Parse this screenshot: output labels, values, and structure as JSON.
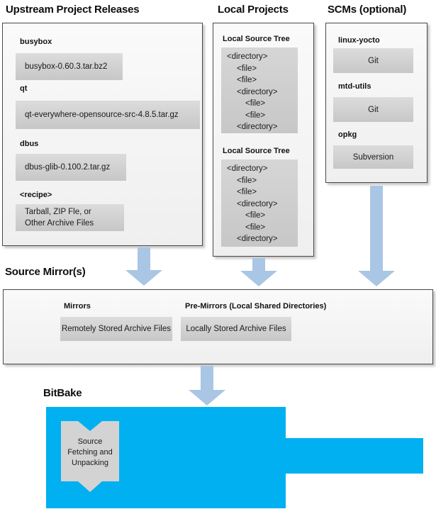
{
  "colors": {
    "bitbake_blue": "#00b0f0",
    "arrow_blue": "#a9c6e4",
    "panel_border": "#484848",
    "inner_box_gray": "#cfcfcf"
  },
  "sections": {
    "upstream": {
      "title": "Upstream Project Releases",
      "items": [
        {
          "label": "busybox",
          "files": [
            "busybox-0.60.3.tar.bz2"
          ]
        },
        {
          "label": "qt",
          "files": [
            "qt-everywhere-opensource-src-4.8.5.tar.gz"
          ]
        },
        {
          "label": "dbus",
          "files": [
            "dbus-glib-0.100.2.tar.gz"
          ]
        },
        {
          "label": "<recipe>",
          "files": [
            "Tarball, ZIP Fle, or",
            "Other Archive Files"
          ]
        }
      ]
    },
    "local_projects": {
      "title": "Local Projects",
      "tree_label": "Local Source Tree",
      "tree_lines": [
        "<directory>",
        "<file>",
        "<file>",
        "<directory>",
        "<file>",
        "<file>",
        "<directory>"
      ]
    },
    "scms": {
      "title": "SCMs (optional)",
      "items": [
        {
          "label": "linux-yocto",
          "box": "Git"
        },
        {
          "label": "mtd-utils",
          "box": "Git"
        },
        {
          "label": "opkg",
          "box": "Subversion"
        }
      ]
    },
    "source_mirrors": {
      "title": "Source Mirror(s)",
      "mirrors_label": "Mirrors",
      "mirrors_box": "Remotely Stored Archive Files",
      "premirrors_label": "Pre-Mirrors (Local Shared Directories)",
      "premirrors_box": "Locally Stored Archive Files"
    },
    "bitbake": {
      "title": "BitBake",
      "ribbon_lines": [
        "Source",
        "Fetching and",
        "Unpacking"
      ]
    }
  }
}
